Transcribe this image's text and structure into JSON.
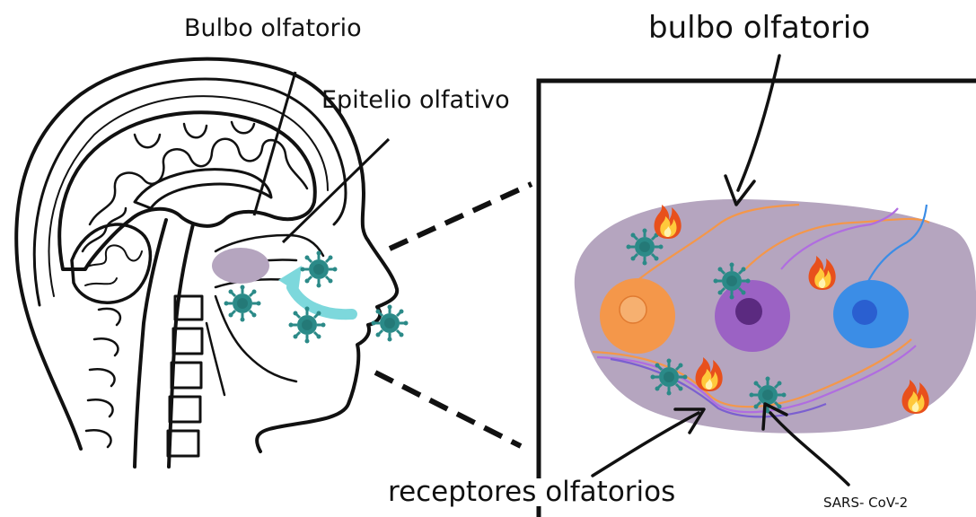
{
  "labels": {
    "bulbo_left": "Bulbo olfatorio",
    "epitelio": "Epitelio olfativo",
    "bulbo_right": "bulbo olfatorio",
    "receptores": "receptores olfatorios",
    "sars": "SARS- CoV-2"
  },
  "colors": {
    "tissue": "#b5a5bf",
    "virus": "#2b8a88",
    "arrow_airflow": "#7dd8dc",
    "cell_orange": "#f4974a",
    "cell_purple": "#9b62c4",
    "cell_blue": "#3b8de6",
    "outline": "#111111"
  },
  "icons": [
    "virus-icon",
    "fire-icon",
    "arrow-icon"
  ]
}
